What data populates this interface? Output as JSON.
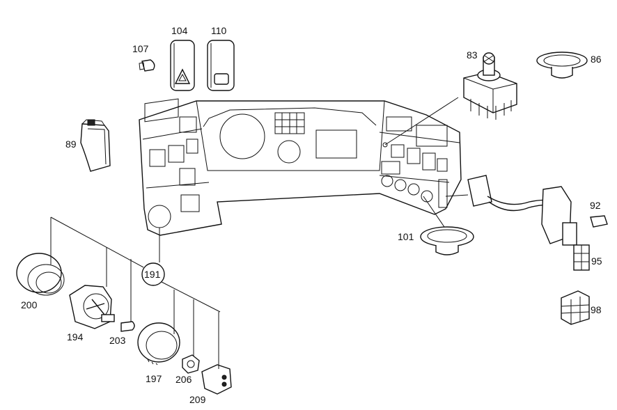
{
  "diagram": {
    "labels": {
      "p83": "83",
      "p86": "86",
      "p89": "89",
      "p92": "92",
      "p95": "95",
      "p98": "98",
      "p101": "101",
      "p104": "104",
      "p107": "107",
      "p110": "110",
      "p191": "191",
      "p194": "194",
      "p197": "197",
      "p200": "200",
      "p203": "203",
      "p206": "206",
      "p209": "209"
    }
  }
}
